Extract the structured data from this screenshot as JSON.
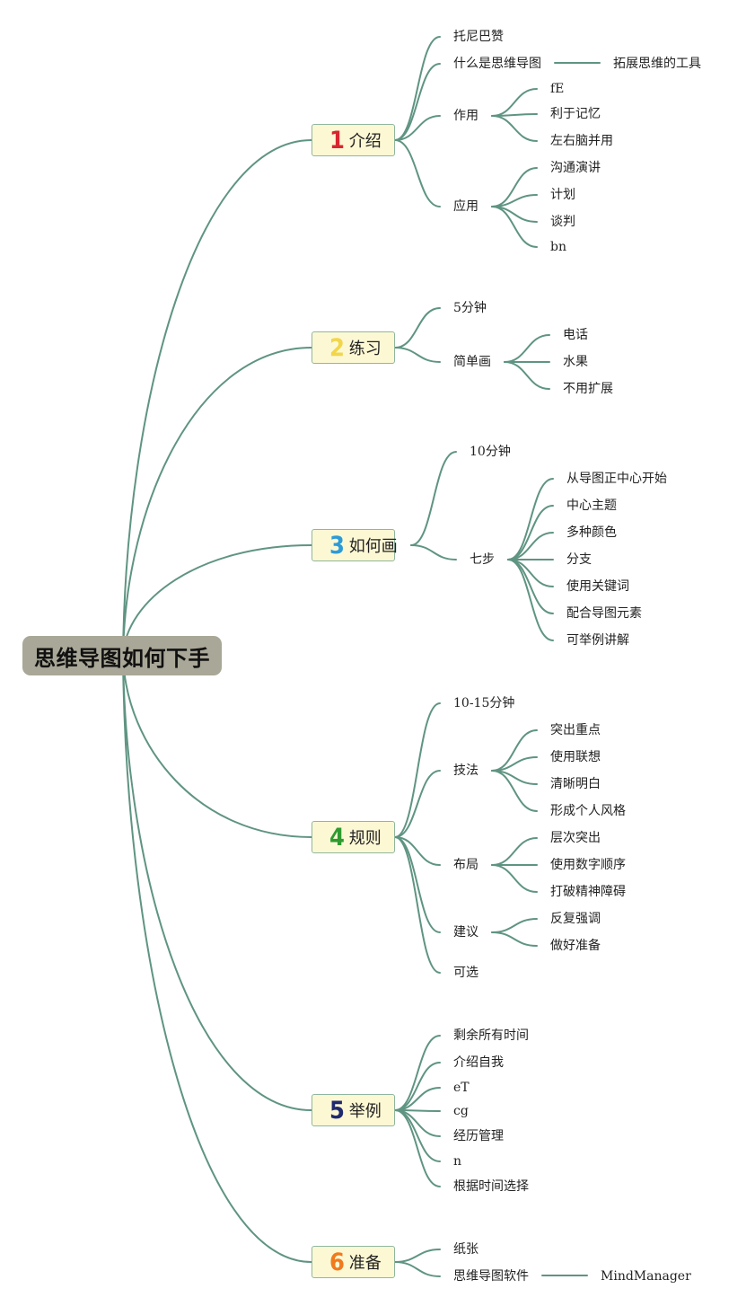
{
  "root": {
    "label": "思维导图如何下手"
  },
  "topics": [
    {
      "num": "1",
      "label": "介绍",
      "color": "#d8262f",
      "children": [
        {
          "label": "托尼巴赞"
        },
        {
          "label": "什么是思维导图",
          "children": [
            {
              "label": "拓展思维的工具"
            }
          ]
        },
        {
          "label": "作用",
          "children": [
            {
              "label": "fE"
            },
            {
              "label": "利于记忆"
            },
            {
              "label": "左右脑并用"
            }
          ]
        },
        {
          "label": "应用",
          "children": [
            {
              "label": "沟通演讲"
            },
            {
              "label": "计划"
            },
            {
              "label": "谈判"
            },
            {
              "label": "bn"
            }
          ]
        }
      ]
    },
    {
      "num": "2",
      "label": "练习",
      "color": "#f2d64a",
      "children": [
        {
          "label": "5分钟"
        },
        {
          "label": "简单画",
          "children": [
            {
              "label": "电话"
            },
            {
              "label": "水果"
            },
            {
              "label": "不用扩展"
            }
          ]
        }
      ]
    },
    {
      "num": "3",
      "label": "如何画",
      "color": "#2d9ad8",
      "children": [
        {
          "label": "10分钟"
        },
        {
          "label": "七步",
          "children": [
            {
              "label": "从导图正中心开始"
            },
            {
              "label": "中心主题"
            },
            {
              "label": "多种颜色"
            },
            {
              "label": "分支"
            },
            {
              "label": "使用关键词"
            },
            {
              "label": "配合导图元素"
            },
            {
              "label": "可举例讲解"
            }
          ]
        }
      ]
    },
    {
      "num": "4",
      "label": "规则",
      "color": "#2f9a2f",
      "children": [
        {
          "label": "10-15分钟"
        },
        {
          "label": "技法",
          "children": [
            {
              "label": "突出重点"
            },
            {
              "label": "使用联想"
            },
            {
              "label": "清晰明白"
            },
            {
              "label": "形成个人风格"
            }
          ]
        },
        {
          "label": "布局",
          "children": [
            {
              "label": "层次突出"
            },
            {
              "label": "使用数字顺序"
            },
            {
              "label": "打破精神障碍"
            }
          ]
        },
        {
          "label": "建议",
          "children": [
            {
              "label": "反复强调"
            },
            {
              "label": "做好准备"
            }
          ]
        },
        {
          "label": "可选"
        }
      ]
    },
    {
      "num": "5",
      "label": "举例",
      "color": "#1f2b6e",
      "children": [
        {
          "label": "剩余所有时间"
        },
        {
          "label": "介绍自我"
        },
        {
          "label": "eT"
        },
        {
          "label": "cg"
        },
        {
          "label": "经历管理"
        },
        {
          "label": "n"
        },
        {
          "label": "根据时间选择"
        }
      ]
    },
    {
      "num": "6",
      "label": "准备",
      "color": "#f07a1e",
      "children": [
        {
          "label": "纸张"
        },
        {
          "label": "思维导图软件",
          "children": [
            {
              "label": "MindManager"
            }
          ]
        }
      ]
    }
  ]
}
